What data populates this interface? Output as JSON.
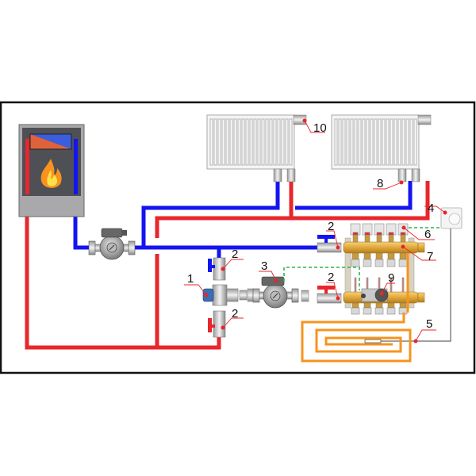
{
  "diagram": {
    "title": "Heating system scheme with boiler, radiators and underfloor heating manifold",
    "colors": {
      "supply": "#e8262b",
      "return": "#1414f0",
      "floor_loop": "#f7931e",
      "control_wire": "#2db34a",
      "sensor_wire": "#666666",
      "frame": "#111111"
    },
    "labels": [
      {
        "id": "1",
        "text": "1",
        "component": "three-way mixing valve"
      },
      {
        "id": "2a",
        "text": "2",
        "component": "ball valve (return, top)"
      },
      {
        "id": "2b",
        "text": "2",
        "component": "ball valve (supply, bottom)"
      },
      {
        "id": "2c",
        "text": "2",
        "component": "ball valve (manifold return)"
      },
      {
        "id": "2d",
        "text": "2",
        "component": "ball valve (manifold supply)"
      },
      {
        "id": "3",
        "text": "3",
        "component": "floor circuit pump"
      },
      {
        "id": "4",
        "text": "4",
        "component": "room thermostat"
      },
      {
        "id": "5",
        "text": "5",
        "component": "floor temperature sensor"
      },
      {
        "id": "6",
        "text": "6",
        "component": "servo actuators"
      },
      {
        "id": "7",
        "text": "7",
        "component": "distribution manifold"
      },
      {
        "id": "8",
        "text": "8",
        "component": "radiator connection valve"
      },
      {
        "id": "9",
        "text": "9",
        "component": "mixing unit / thermostatic head"
      },
      {
        "id": "10",
        "text": "10",
        "component": "radiator thermostatic head"
      }
    ],
    "components": {
      "boiler": "boiler with flame",
      "main_pump": "main circulation pump",
      "radiators": [
        "radiator left",
        "radiator right"
      ],
      "manifold_outputs": 5
    }
  }
}
